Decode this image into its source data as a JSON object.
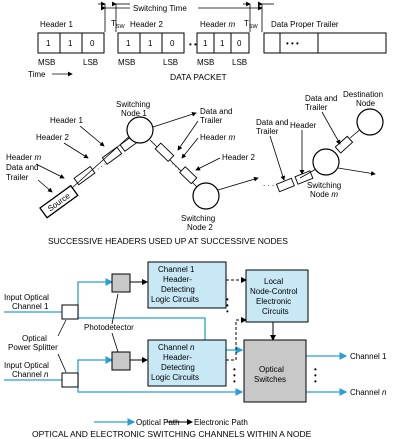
{
  "packet": {
    "header1": "Header 1",
    "tsw_left": "T",
    "tsw_left_sub": "SW",
    "switching_time": "Switching Time",
    "header2": "Header 2",
    "header_m_prefix": "Header ",
    "header_m_var": "m",
    "tsw_right": "T",
    "tsw_right_sub": "SW",
    "data_trailer": "Data Proper Trailer",
    "bits": [
      "1",
      "1",
      "0"
    ],
    "ellipsis": "• • •",
    "msb": "MSB",
    "lsb": "LSB",
    "time": "Time",
    "caption": "DATA PACKET"
  },
  "network": {
    "header1": "Header 1",
    "header2": "Header 2",
    "header_m_prefix": "Header ",
    "header_m_var": "m",
    "data_and": "Data and",
    "trailer": "Trailer",
    "source": "Source",
    "switching": "Switching",
    "node1": "Node 1",
    "node2": "Node 2",
    "node_m_prefix": "Node ",
    "node_m_var": "m",
    "destination": "Destination",
    "node": "Node",
    "header": "Header",
    "caption": "SUCCESSIVE HEADERS USED UP AT SUCCESSIVE NODES"
  },
  "optical": {
    "ch1_line1": "Channel 1",
    "ch1_line2": "Header-",
    "ch1_line3": "Detecting",
    "ch1_line4": "Logic Circuits",
    "chn_line1_prefix": "Channel ",
    "chn_line1_var": "n",
    "chn_line2": "Header-",
    "chn_line3": "Detecting",
    "chn_line4": "Logic Circuits",
    "local_line1": "Local",
    "local_line2": "Node-Control",
    "local_line3": "Electronic",
    "local_line4": "Circuits",
    "switches_line1": "Optical",
    "switches_line2": "Switches",
    "input1_line1": "Input Optical",
    "input1_line2": "Channel 1",
    "photodetector": "Photodetector",
    "splitter_line1": "Optical",
    "splitter_line2": "Power Splitter",
    "inputn_line1": "Input Optical",
    "inputn_line2_prefix": "Channel ",
    "inputn_line2_var": "n",
    "out1": "Channel 1",
    "outn_prefix": "Channel ",
    "outn_var": "n",
    "legend_optical": "Optical Path",
    "legend_electronic": "Electronic Path",
    "caption": "OPTICAL AND ELECTRONIC SWITCHING CHANNELS WITHIN A NODE"
  },
  "colors": {
    "optical_path": "#2a9fd6",
    "box_fill": "#c9e8f6",
    "gray_fill": "#c8c8c8"
  }
}
